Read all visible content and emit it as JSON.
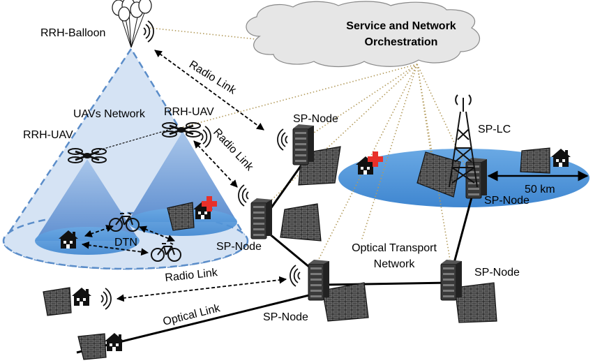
{
  "cloud": {
    "line1": "Service and Network",
    "line2": "Orchestration"
  },
  "labels": {
    "rrh_balloon": "RRH-Balloon",
    "uavs_network": "UAVs Network",
    "rrh_uav_left": "RRH-UAV",
    "rrh_uav_right": "RRH-UAV",
    "radio_link_top": "Radio Link",
    "radio_link_mid": "Radio Link",
    "radio_link_bottom": "Radio Link",
    "optical_link": "Optical Link",
    "dtn": "DTN",
    "sp_node_top": "SP-Node",
    "sp_node_mid": "SP-Node",
    "sp_node_right": "SP-Node",
    "sp_node_lower_right": "SP-Node",
    "sp_node_bottom": "SP-Node",
    "sp_lc": "SP-LC",
    "distance": "50 km",
    "otn_line1": "Optical Transport",
    "otn_line2": "Network"
  },
  "colors": {
    "region_fill": "#cfe0f3",
    "region_stroke": "#5b8dc9",
    "ellipse_fill": "#4f93d6",
    "cone_fill": "#7fa8dc",
    "cloud_fill": "#e6e6e6",
    "control_line": "#b39b5c",
    "medical_cross": "#e8302a"
  }
}
